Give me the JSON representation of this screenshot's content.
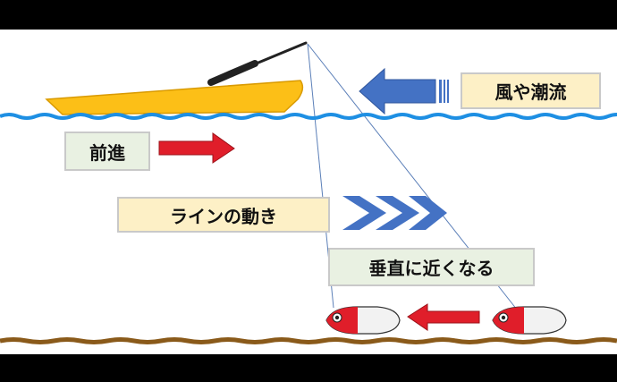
{
  "labels": {
    "wind_current": "風や潮流",
    "forward": "前進",
    "line_movement": "ラインの動き",
    "near_vertical": "垂直に近くなる"
  },
  "colors": {
    "water": "#1e8fe3",
    "boat": "#fcbf17",
    "boat_edge": "#d99a00",
    "rod": "#222222",
    "arrow_blue": "#4472c4",
    "arrow_red": "#e01e2a",
    "seabed": "#8a5a1a",
    "label_yellow_bg": "#fdf0c6",
    "label_green_bg": "#e9f1e2"
  },
  "icons": {
    "wind_arrow": "left-arrow-icon",
    "forward_arrow": "right-arrow-icon",
    "line_motion": "chevrons-right-icon",
    "lure_motion": "left-arrow-icon",
    "lure": "fishing-lure-icon"
  }
}
